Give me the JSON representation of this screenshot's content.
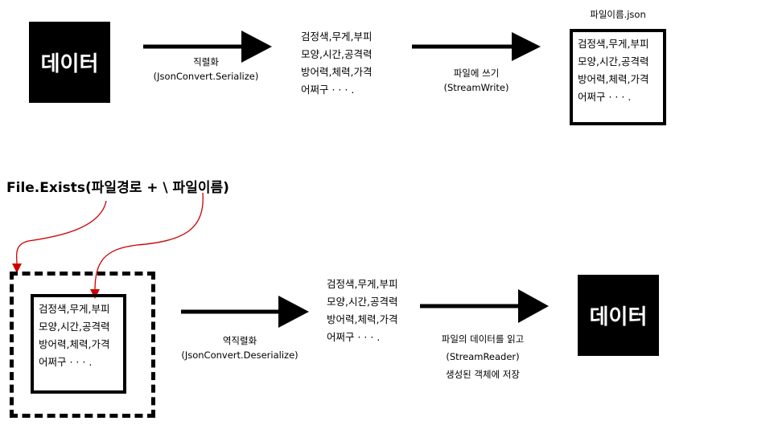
{
  "top": {
    "data_label": "데이터",
    "serialize_caption": [
      "직렬화",
      "(JsonConvert.Serialize)"
    ],
    "serialized_lines": [
      "검정색,무게,부피",
      "모양,시간,공격력",
      "방어력,체력,가격",
      "어쩌구 · · · ."
    ],
    "write_caption": [
      "파일에 쓰기",
      "(StreamWrite)"
    ],
    "file_title": "파일이름.json",
    "file_lines": [
      "검정색,무게,부피",
      "모양,시간,공격력",
      "방어력,체력,가격",
      "어쩌구 · · · ."
    ]
  },
  "bottom": {
    "exists_label": "File.Exists(파일경로  +   \\ 파일이름)",
    "file_lines": [
      "검정색,무게,부피",
      "모양,시간,공격력",
      "방어력,체력,가격",
      "어쩌구 · · · ."
    ],
    "deserialize_caption": [
      "역직렬화",
      "(JsonConvert.Deserialize)"
    ],
    "read_lines": [
      "검정색,무게,부피",
      "모양,시간,공격력",
      "방어력,체력,가격",
      "어쩌구 · · · ."
    ],
    "read_caption": [
      "파일의 데이터를 읽고",
      "(StreamReader)",
      "생성된 객체에 저장"
    ],
    "data_label": "데이터"
  },
  "colors": {
    "ink": "#000000",
    "pointer": "#cc0000",
    "background": "#ffffff"
  }
}
